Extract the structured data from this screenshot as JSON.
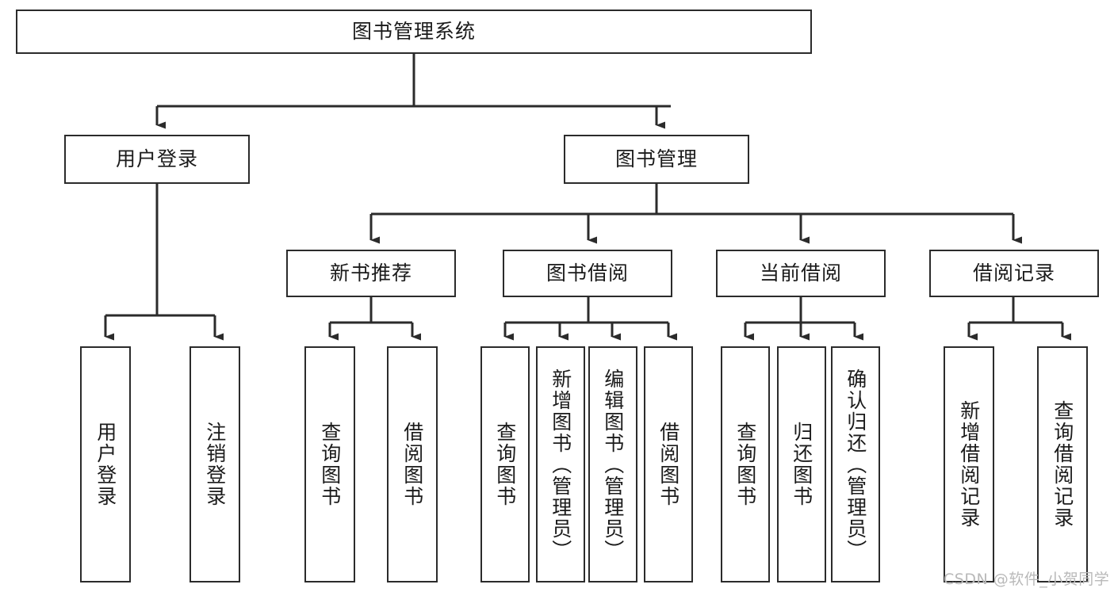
{
  "diagram": {
    "title": "图书管理系统",
    "type": "tree-hierarchy-chart",
    "root": {
      "label": "图书管理系统"
    },
    "level2": [
      {
        "label": "用户登录"
      },
      {
        "label": "图书管理"
      }
    ],
    "level3": [
      {
        "label": "新书推荐"
      },
      {
        "label": "图书借阅"
      },
      {
        "label": "当前借阅"
      },
      {
        "label": "借阅记录"
      }
    ],
    "leaves": {
      "user_login": [
        {
          "label": "用户登录"
        },
        {
          "label": "注销登录"
        }
      ],
      "new_book_recommend": [
        {
          "label": "查询图书"
        },
        {
          "label": "借阅图书"
        }
      ],
      "book_borrow": [
        {
          "label": "查询图书"
        },
        {
          "label": "新增图书（管理员）"
        },
        {
          "label": "编辑图书（管理员）"
        },
        {
          "label": "借阅图书"
        }
      ],
      "current_borrow": [
        {
          "label": "查询图书"
        },
        {
          "label": "归还图书"
        },
        {
          "label": "确认归还（管理员）"
        }
      ],
      "borrow_record": [
        {
          "label": "新增借阅记录"
        },
        {
          "label": "查询借阅记录"
        }
      ]
    }
  },
  "watermark": {
    "text": "CSDN @软件_小贺同学"
  },
  "colors": {
    "border": "#2b2b2b",
    "background": "#ffffff",
    "text": "#1b1b1b",
    "watermark": "#b9b9b9"
  }
}
